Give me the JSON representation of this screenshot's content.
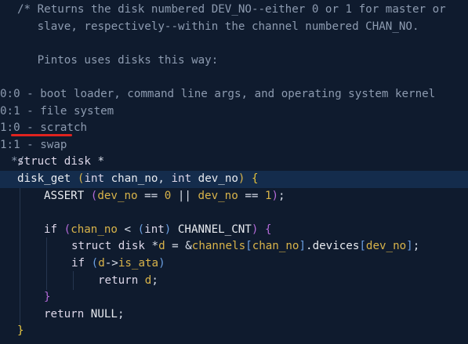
{
  "editor": {
    "comment": {
      "l1": "/* Returns the disk numbered DEV_NO--either 0 or 1 for master or",
      "l2": "   slave, respectively--within the channel numbered CHAN_NO.",
      "l3": "   Pintos uses disks this way:",
      "l4": "0:0 - boot loader, command line args, and operating system kernel",
      "l5": "0:1 - file system",
      "l6": "1:0 - scratch",
      "l7": "1:1 - swap",
      "l8": "*/"
    },
    "code": {
      "struct_kw": "struct",
      "disk_type": "disk",
      "star": "*",
      "fn_name": "disk_get",
      "open_paren": "(",
      "int_kw": "int",
      "chan_no": "chan_no",
      "comma": ",",
      "dev_no": "dev_no",
      "close_paren": ")",
      "open_brace": "{",
      "close_brace": "}",
      "assert": "ASSERT",
      "eq": "==",
      "zero": "0",
      "or": "||",
      "one": "1",
      "semi": ";",
      "if_kw": "if",
      "lt": "<",
      "channel_cnt": "CHANNEL_CNT",
      "d_var": "d",
      "assign": "=",
      "amp": "&",
      "channels": "channels",
      "lbracket": "[",
      "rbracket": "]",
      "devices": ".devices",
      "arrow": "->",
      "is_ata": "is_ata",
      "return_kw": "return",
      "null_kw": "NULL"
    }
  }
}
